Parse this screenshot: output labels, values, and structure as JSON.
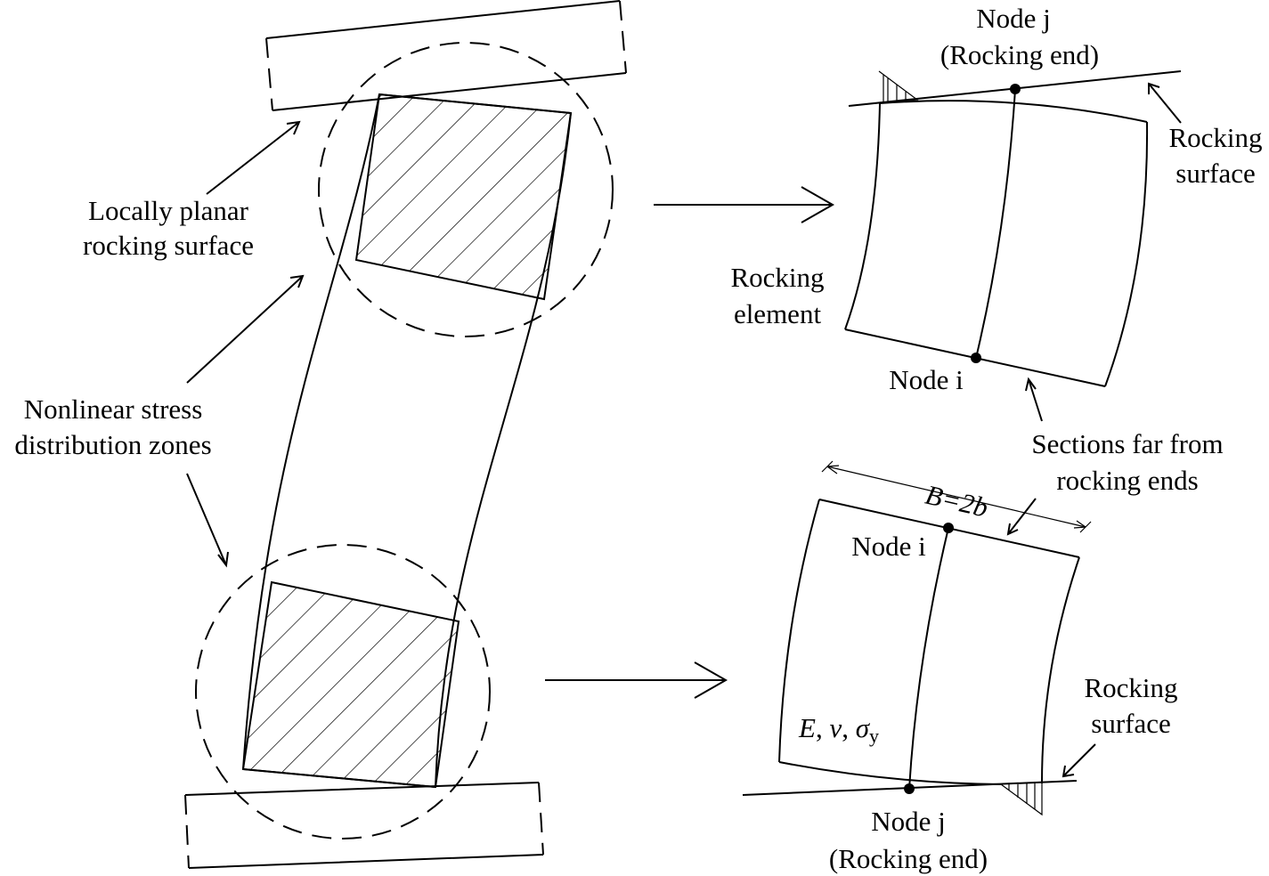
{
  "colors": {
    "line": "#000000",
    "background": "#ffffff"
  },
  "labels": {
    "locally_planar_line1": "Locally planar",
    "locally_planar_line2": "rocking surface",
    "nonlinear_line1": "Nonlinear stress",
    "nonlinear_line2": "distribution zones",
    "rocking_element_line1": "Rocking",
    "rocking_element_line2": "element",
    "top_node_j": "Node j",
    "top_rocking_end": "(Rocking end)",
    "top_node_i": "Node i",
    "top_rocking_surface_line1": "Rocking",
    "top_rocking_surface_line2": "surface",
    "sections_far_line1": "Sections far from",
    "sections_far_line2": "rocking ends",
    "width_label": "B=2b",
    "bottom_node_i": "Node i",
    "material_E": "E",
    "material_nu": "ν",
    "material_sigma": "σ",
    "material_sigma_sub": "y",
    "bottom_rocking_surface_line1": "Rocking",
    "bottom_rocking_surface_line2": "surface",
    "bottom_node_j": "Node j",
    "bottom_rocking_end": "(Rocking end)"
  }
}
